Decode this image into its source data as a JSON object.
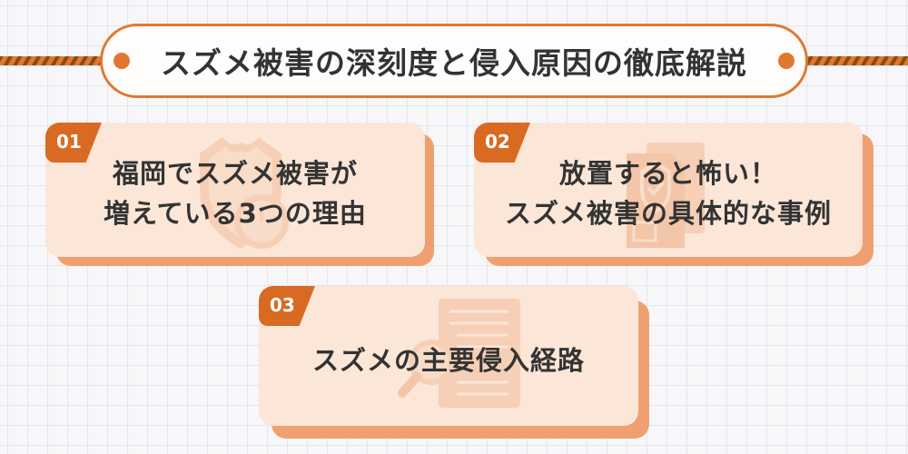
{
  "header": {
    "title": "スズメ被害の深刻度と侵入原因の徹底解説"
  },
  "cards": [
    {
      "number": "01",
      "lines": [
        "福岡でスズメ被害が",
        "増えている3つの理由"
      ],
      "icon": "shield-clock-icon"
    },
    {
      "number": "02",
      "lines": [
        "放置すると怖い！",
        "スズメ被害の具体的な事例"
      ],
      "icon": "document-shield-icon"
    },
    {
      "number": "03",
      "lines": [
        "スズメの主要侵入経路"
      ],
      "icon": "document-search-icon"
    }
  ],
  "colors": {
    "accent": "#e07830",
    "badge": "#d96a22",
    "card_face": "#fbe6d8",
    "card_shadow": "#f0a070",
    "rope_dark": "#8a4b12",
    "text": "#333333"
  }
}
